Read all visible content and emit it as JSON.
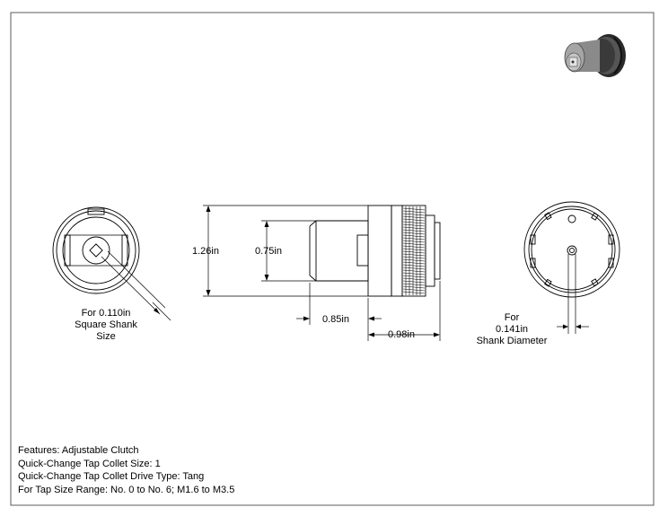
{
  "dimensions": {
    "overall_diameter": "1.26in",
    "shank_diameter": "0.75in",
    "body_length": "0.85in",
    "overall_length": "0.98in"
  },
  "callouts": {
    "square_shank": [
      "For 0.110in",
      "Square Shank",
      "Size"
    ],
    "shank_diameter": [
      "For",
      "0.141in",
      "Shank Diameter"
    ]
  },
  "notes": [
    "Features: Adjustable Clutch",
    "Quick-Change Tap Collet Size: 1",
    "Quick-Change Tap Collet Drive Type: Tang",
    "For Tap Size Range: No. 0 to No. 6; M1.6 to M3.5"
  ]
}
